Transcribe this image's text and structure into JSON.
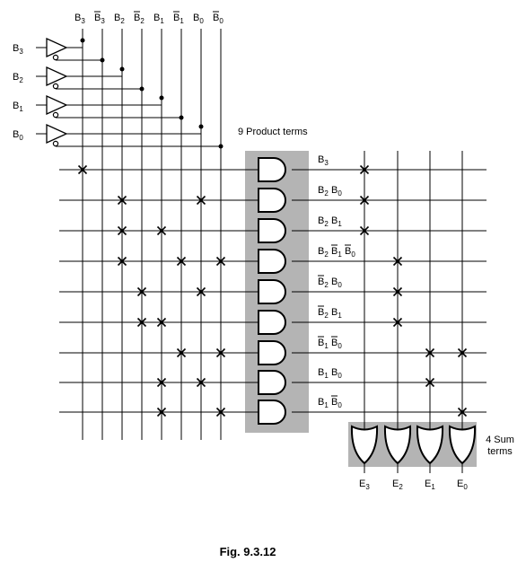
{
  "input_labels": [
    "B3",
    "B2",
    "B1",
    "B0"
  ],
  "column_labels": [
    {
      "base": "B",
      "sub": "3",
      "bar": false
    },
    {
      "base": "B",
      "sub": "3",
      "bar": true
    },
    {
      "base": "B",
      "sub": "2",
      "bar": false
    },
    {
      "base": "B",
      "sub": "2",
      "bar": true
    },
    {
      "base": "B",
      "sub": "1",
      "bar": false
    },
    {
      "base": "B",
      "sub": "1",
      "bar": true
    },
    {
      "base": "B",
      "sub": "0",
      "bar": false
    },
    {
      "base": "B",
      "sub": "0",
      "bar": true
    }
  ],
  "product_terms_label": "9 Product terms",
  "product_terms": [
    [
      {
        "base": "B",
        "sub": "3",
        "bar": false
      }
    ],
    [
      {
        "base": "B",
        "sub": "2",
        "bar": false
      },
      {
        "base": "B",
        "sub": "0",
        "bar": false
      }
    ],
    [
      {
        "base": "B",
        "sub": "2",
        "bar": false
      },
      {
        "base": "B",
        "sub": "1",
        "bar": false
      }
    ],
    [
      {
        "base": "B",
        "sub": "2",
        "bar": false
      },
      {
        "base": "B",
        "sub": "1",
        "bar": true
      },
      {
        "base": "B",
        "sub": "0",
        "bar": true
      }
    ],
    [
      {
        "base": "B",
        "sub": "2",
        "bar": true
      },
      {
        "base": "B",
        "sub": "0",
        "bar": false
      }
    ],
    [
      {
        "base": "B",
        "sub": "2",
        "bar": true
      },
      {
        "base": "B",
        "sub": "1",
        "bar": false
      }
    ],
    [
      {
        "base": "B",
        "sub": "1",
        "bar": true
      },
      {
        "base": "B",
        "sub": "0",
        "bar": true
      }
    ],
    [
      {
        "base": "B",
        "sub": "1",
        "bar": false
      },
      {
        "base": "B",
        "sub": "0",
        "bar": false
      }
    ],
    [
      {
        "base": "B",
        "sub": "1",
        "bar": false
      },
      {
        "base": "B",
        "sub": "0",
        "bar": true
      }
    ]
  ],
  "and_connections": [
    [
      0
    ],
    [
      2,
      6
    ],
    [
      2,
      4
    ],
    [
      2,
      5,
      7
    ],
    [
      3,
      6
    ],
    [
      3,
      4
    ],
    [
      5,
      7
    ],
    [
      4,
      6
    ],
    [
      4,
      7
    ]
  ],
  "or_connections": [
    [
      0,
      1,
      2
    ],
    [
      3,
      4,
      5
    ],
    [
      6,
      7
    ],
    [
      6,
      8
    ]
  ],
  "sum_terms_label": [
    "4 Sum",
    "terms"
  ],
  "output_labels": [
    {
      "base": "E",
      "sub": "3"
    },
    {
      "base": "E",
      "sub": "2"
    },
    {
      "base": "E",
      "sub": "1"
    },
    {
      "base": "E",
      "sub": "0"
    }
  ],
  "caption": "Fig. 9.3.12",
  "colors": {
    "line": "#000000",
    "shade": "#b4b4b4",
    "background": "#ffffff"
  }
}
